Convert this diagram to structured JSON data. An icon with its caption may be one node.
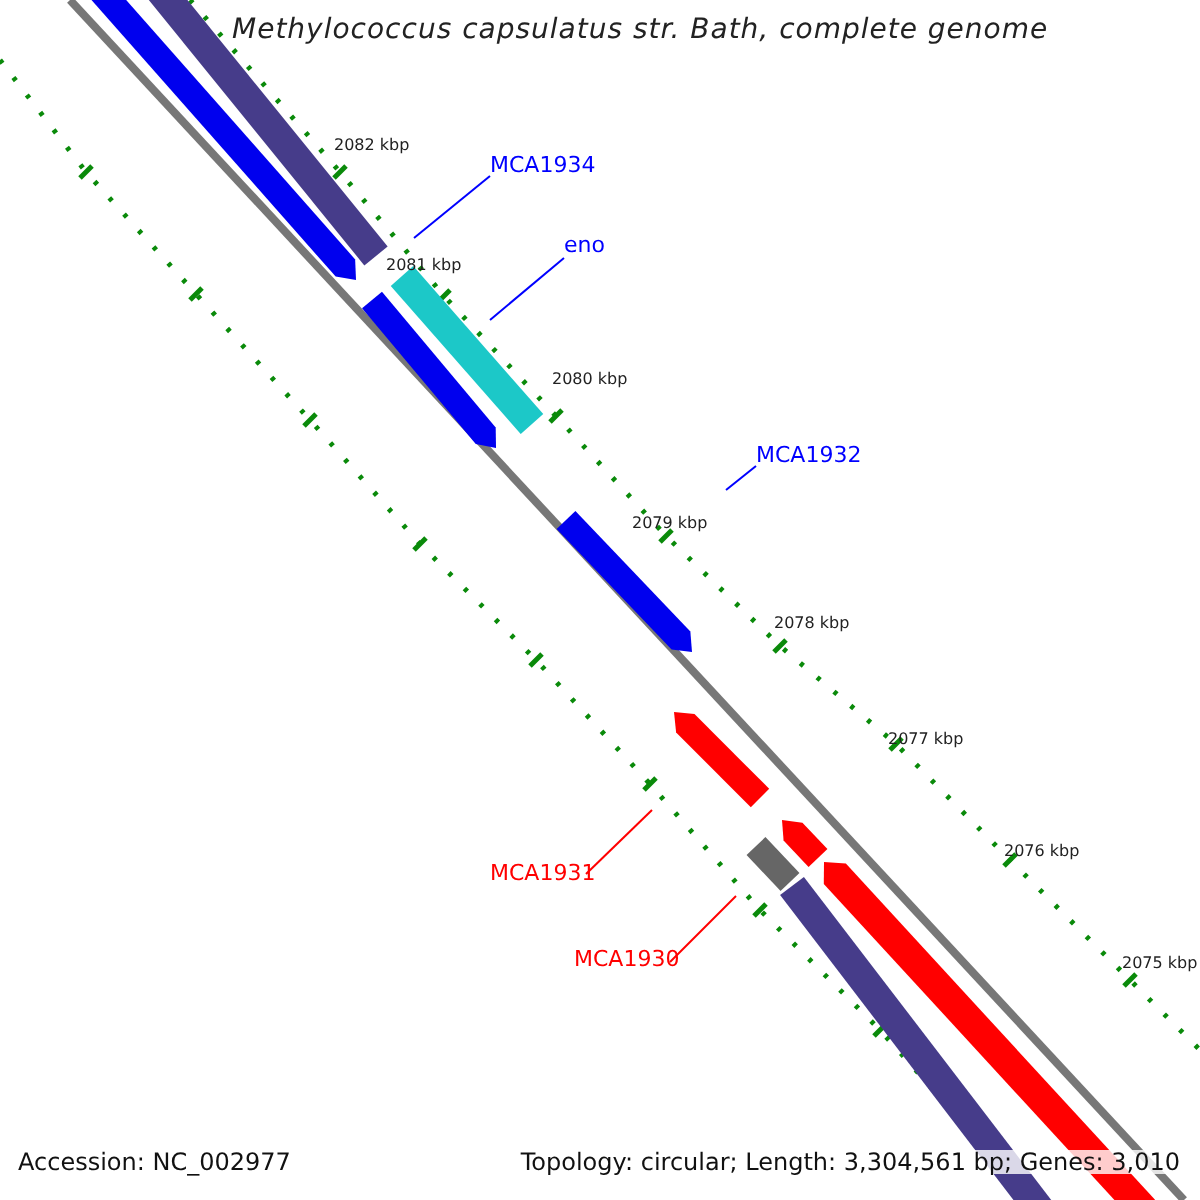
{
  "diagram": {
    "title": "Methylococcus capsulatus str. Bath, complete genome",
    "nodes": [
      {
        "text": [
          "MCA1934"
        ]
      },
      {
        "text": [
          "eno"
        ]
      },
      {
        "text": [
          "MCA1932"
        ]
      },
      {
        "text": [
          "MCA1931"
        ]
      },
      {
        "text": [
          "MCA1930"
        ]
      }
    ],
    "edges": [
      {
        "from": 0,
        "to": null,
        "arrow": "none"
      },
      {
        "from": 1,
        "to": null,
        "arrow": "none"
      },
      {
        "from": 2,
        "to": null,
        "arrow": "none"
      },
      {
        "from": 3,
        "to": null,
        "arrow": "none",
        "color": "#ff0000"
      },
      {
        "from": 4,
        "to": null,
        "arrow": "none",
        "color": "#ff0000"
      }
    ],
    "labels": [
      "2082 kbp",
      "2081 kbp",
      "2080 kbp",
      "2079 kbp",
      "2078 kbp",
      "2077 kbp",
      "2076 kbp",
      "2075 kbp",
      "Accession: NC_002977",
      "Topology: circular; Length: 3,304,561 bp; Genes: 3,010"
    ]
  }
}
